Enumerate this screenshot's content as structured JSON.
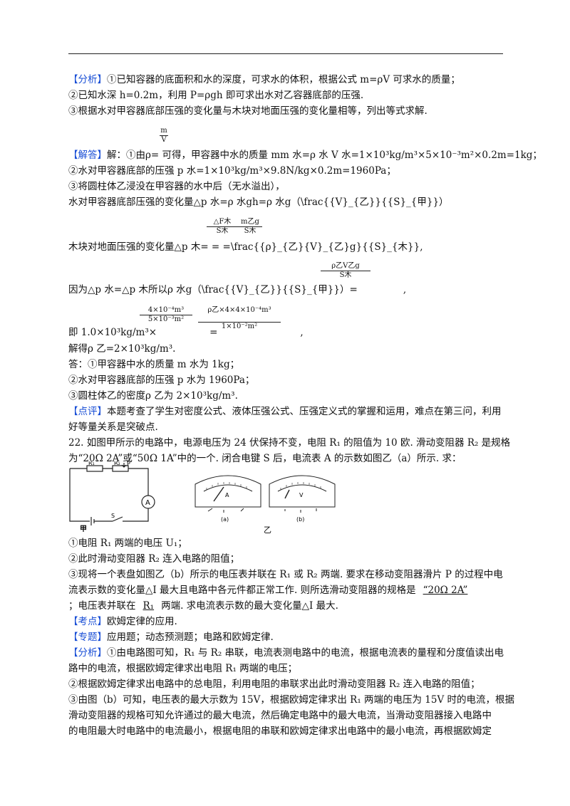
{
  "lines": {
    "l1_tag": "【分析】",
    "l1": "①已知容器的底面积和水的深度，可求水的体积，根据公式 m=ρV 可求水的质量；",
    "l2": "②已知水深 h=0.2m，利用 P=ρgh 即可求出水对乙容器底部的压强.",
    "l3": "③根据水对甲容器底部压强的变化量与木块对地面压强的变化量相等，列出等式求解.",
    "frac_top_num": "m",
    "frac_top_den": "V",
    "l4_tag": "【解答】",
    "l4": "解：①由ρ=  可得，甲容器中水的质量 mm 水=ρ 水 V 水=1×10³kg/m³×5×10⁻³m²×0.2m=1kg；",
    "l5": "②水对甲容器底部的压强 p 水=1×10³kg/m³×9.8N/kg×0.2m=1960Pa；",
    "l6": "③将圆柱体乙浸没在甲容器的水中后（无水溢出），",
    "l7": "水对甲容器底部压强的变化量△p 水=ρ 水gh=ρ 水g（\\frac{{V}_{乙}}{{S}_{甲}}）",
    "f1_num": "△F木",
    "f1_den": "S木",
    "f2_num": "m乙g",
    "f2_den": "S木",
    "l8": "木块对地面压强的变化量△p 木=           =           =\\frac{{ρ}_{乙}{V}_{乙}g}{{S}_{木}},",
    "f3_num": "ρ乙V乙g",
    "f3_den": "S木",
    "l9": "因为△p 水=△p 木所以ρ 水g（\\frac{{V}_{乙}}{{S}_{甲}}）=",
    "l9_end": ",",
    "f4_num": "4×10⁻⁴m³",
    "f4_den": "5×10⁻³m²",
    "f5_num": "ρ乙×4×4×10⁻⁴m³",
    "f5_den": "1×10⁻²m²",
    "l10": "即 1.0×10³kg/m³×",
    "l10_eq": "=",
    "l10_end": ",",
    "l11": "解得ρ 乙=2×10³kg/m³.",
    "l12": "答：①甲容器中水的质量 m 水为 1kg；",
    "l13": "②水对甲容器底部的压强 p 水为 1960Pa；",
    "l14": "③圆柱体乙的密度ρ 乙为 2×10³kg/m³.",
    "l15_tag": "【点评】",
    "l15": "本题考查了学生对密度公式、液体压强公式、压强定义式的掌握和运用，难点在第三问，利用",
    "l16": "好等量关系是突破点.",
    "l17": "22. 如图甲所示的电路中，电源电压为 24 伏保持不变，电阻 R₁ 的阻值为 10 欧. 滑动变阻器 R₂ 是规格",
    "l18": "为“20Ω 2A”或“50Ω 1A”中的一个. 闭合电键 S 后，电流表 A 的示数如图乙（a）所示. 求：",
    "q1": "①电阻 R₁ 两端的电压 U₁；",
    "q2": "②此时滑动变阻器 R₂ 连入电路的阻值；",
    "q3": "③现将一个表盘如图乙（b）所示的电压表并联在 R₁ 或 R₂ 两端. 要求在移动变阻器滑片 P 的过程中电",
    "q4a": "流表示数的变化量△I 最大且电路中各元件都正常工作. 则所选滑动变阻器的规格是",
    "q4_ans": "“20Ω 2A”",
    "q5a": "；电压表并联在",
    "q5_ans": "R₁",
    "q5b": "两端. 求电流表示数的最大变化量△I 最大.",
    "kd_tag": "【考点】",
    "kd": "欧姆定律的应用.",
    "zt_tag": "【专题】",
    "zt": "应用题；动态预测题；电路和欧姆定律.",
    "fx_tag": "【分析】",
    "fx1": "①由电路图可知，R₁ 与 R₂ 串联，电流表测电路中的电流，根据电流表的量程和分度值读出电",
    "fx2": "路中的电流，根据欧姆定律求出电阻 R₁ 两端的电压；",
    "fx3": "②根据欧姆定律求出电路中的总电阻，利用电阻的串联求出此时滑动变阻器 R₂ 连入电路的阻值；",
    "fx4": "③由图（b）可知，电压表的最大示数为 15V，根据欧姆定律求出 R₁ 两端的电压为 15V 时的电流，根据",
    "fx5": "滑动变阻器的规格可知允许通过的最大电流，然后确定电路中的最大电流，当滑动变阻器接入电路中",
    "fx6": "的电阻最大时电路中的电流最小，根据电阻的串联和欧姆定律求出电路中的最小电流，再根据欧姆定"
  },
  "figure": {
    "circuit_caption": "甲",
    "meters_caption": "乙",
    "meter_a_label": "(a)",
    "meter_b_label": "(b)",
    "meter_a_letter": "A",
    "meter_b_letter": "V",
    "r1_label": "R₁",
    "r2_label": "R₂",
    "p_label": "P",
    "switch_label": "S",
    "ammeter_label": "A"
  }
}
